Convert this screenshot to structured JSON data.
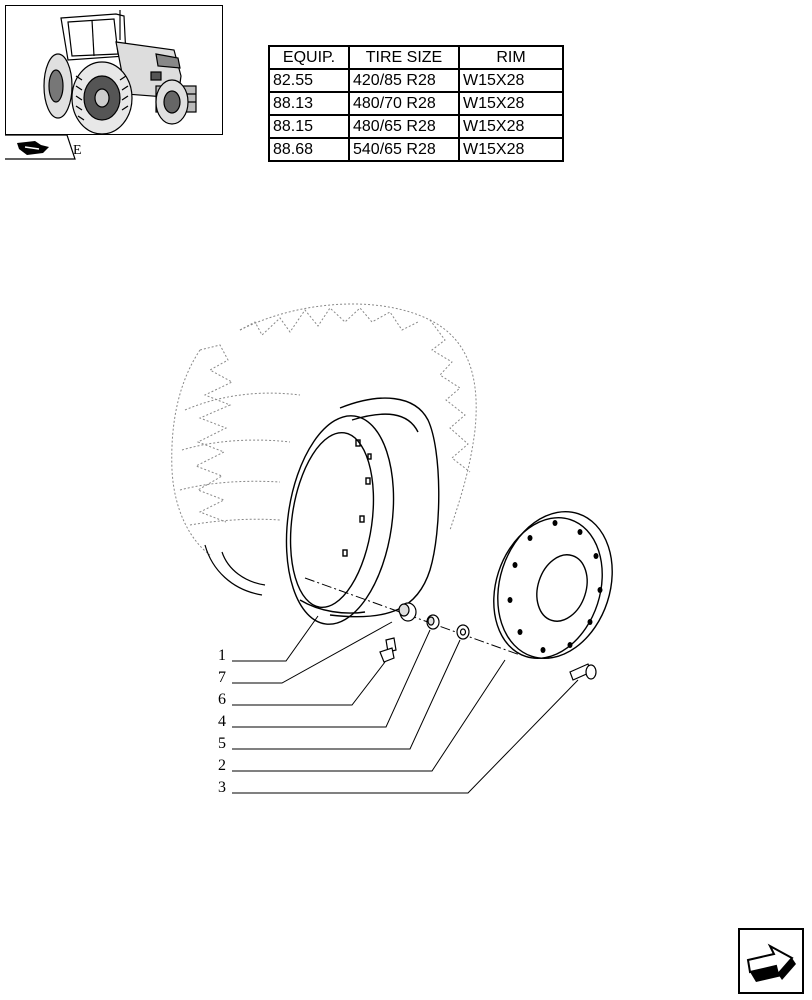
{
  "table": {
    "headers": [
      "EQUIP.",
      "TIRE SIZE",
      "RIM"
    ],
    "rows": [
      [
        "82.55",
        "420/85 R28",
        "W15X28"
      ],
      [
        "88.13",
        "480/70 R28",
        "W15X28"
      ],
      [
        "88.15",
        "480/65 R28",
        "W15X28"
      ],
      [
        "88.68",
        "540/65 R28",
        "W15X28"
      ]
    ]
  },
  "tab_label": "E",
  "callouts": [
    "1",
    "7",
    "6",
    "4",
    "5",
    "2",
    "3"
  ],
  "icons": {
    "thumbnail": "tractor-thumbnail-icon",
    "section_tab": "book-arrow-icon",
    "nav": "next-page-arrow-icon"
  }
}
